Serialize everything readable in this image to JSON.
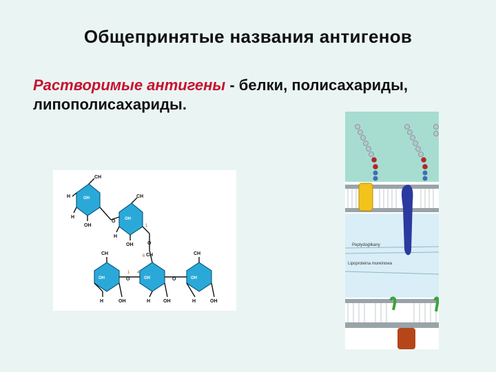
{
  "slide": {
    "title": "Общепринятые названия антигенов",
    "term": "Растворимые антигены",
    "separator": " - ",
    "line1_rest": "белки, полисахариды,",
    "line2": "липополисахариды."
  },
  "figure_left": {
    "labels": {
      "ch2oh": "CH",
      "ch2oh_sub": "2",
      "ch2oh_tail": "OH",
      "ch2": "CH",
      "ch2_sub": "2",
      "oh": "OH",
      "h": "H",
      "o": "O",
      "n1": "1",
      "n4": "4",
      "n6": "6"
    },
    "colors": {
      "ring": "#2aa9d8",
      "ring_stroke": "#0b5f86"
    }
  },
  "figure_right": {
    "labels": {
      "peptidoglycan": "Peptydoglikany",
      "lipoprotein": "Lipoproteina mureinowa"
    },
    "colors": {
      "chain_bead": "#b9c5cc",
      "chain_red": "#b3262a",
      "chain_blue": "#3e6fb3",
      "teal_zone": "#a7ddd0",
      "lipid_head": "#9aa3a8",
      "yellow_protein": "#f2c31b",
      "navy_protein": "#2b3a9e",
      "green": "#3aa33a",
      "orange_protein": "#b5461a",
      "light_zone": "#d9eef7"
    }
  }
}
